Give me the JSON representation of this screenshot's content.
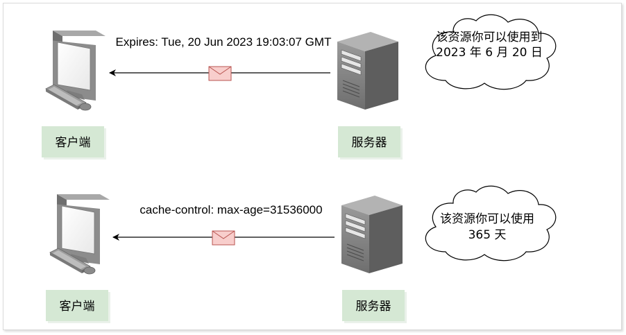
{
  "scenarios": [
    {
      "header_label": "Expires: Tue, 20 Jun 2023 19:03:07 GMT",
      "client_label": "客户端",
      "server_label": "服务器",
      "cloud_lines": [
        "该资源你可以使用到",
        "2023 年 6 月 20 日"
      ]
    },
    {
      "header_label": "cache-control: max-age=31536000",
      "client_label": "客户端",
      "server_label": "服务器",
      "cloud_lines": [
        "该资源你可以使用",
        "365 天"
      ]
    }
  ],
  "colors": {
    "label_fill": "#d5e8d4",
    "envelope_fill": "#f8cecc",
    "envelope_stroke": "#b85450",
    "monitor_gray": "#8c8c8c",
    "server_gray": "#7a7a7a"
  },
  "icons": [
    "computer-icon",
    "server-icon",
    "envelope-icon",
    "cloud-shape"
  ]
}
